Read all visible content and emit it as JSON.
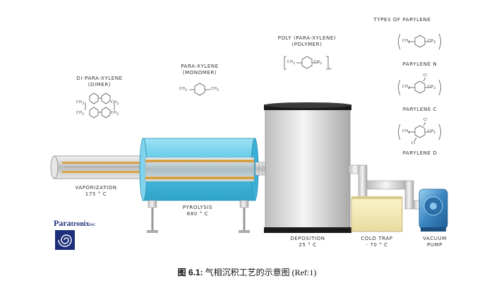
{
  "diagram": {
    "dimer": {
      "title": "DI-PARA-XYLENE",
      "subtitle": "(DIMER)"
    },
    "monomer": {
      "title": "PARA-XYLENE",
      "subtitle": "(MONOMER)"
    },
    "polymer": {
      "title": "POLY (PARA-XYLENE)",
      "subtitle": "(POLYMER)"
    },
    "types_title": "TYPES OF PARYLENE",
    "types": [
      "PARYLENE N",
      "PARYLENE C",
      "PARYLENE D"
    ],
    "atoms": {
      "ch2": "CH",
      "two": "2",
      "cl": "Cl",
      "n": "n"
    },
    "stages": [
      {
        "name": "VAPORIZATION",
        "temp": "175 ° C"
      },
      {
        "name": "PYROLYSIS",
        "temp": "680 ° C"
      },
      {
        "name": "DEPOSITION",
        "temp": "25 ° C"
      },
      {
        "name": "COLD TRAP",
        "temp": "- 70 ° C"
      },
      {
        "name": "VACUUM",
        "temp": "PUMP"
      }
    ]
  },
  "logo": {
    "brand_a": "Para",
    "brand_b": "tronix",
    "brand_c": "INC"
  },
  "caption": {
    "label": "图 6.1:",
    "text": " 气相沉积工艺的示意图 (Ref:1)"
  },
  "colors": {
    "steel": "#c8c8c8",
    "cyan": "#5ec8e6",
    "copper": "#d49a3a",
    "navy": "#1d2f7a",
    "pump_blue": "#3a86c2"
  }
}
